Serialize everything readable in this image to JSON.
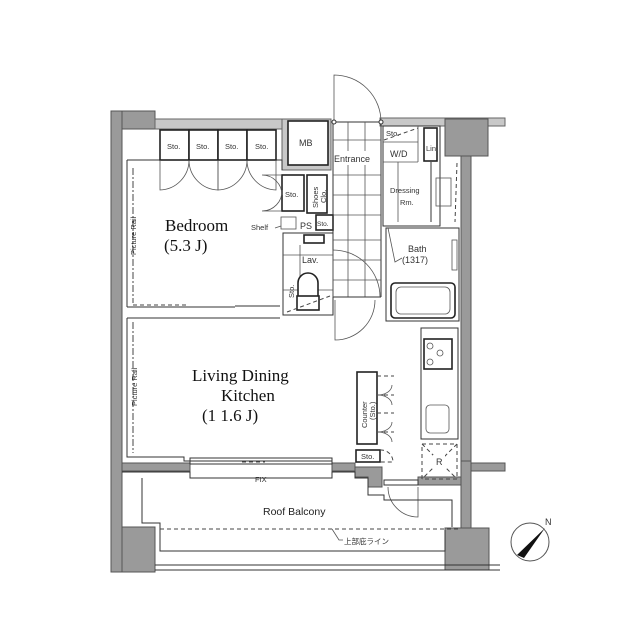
{
  "floorplan": {
    "rooms": {
      "bedroom": {
        "name": "Bedroom",
        "size": "(5.3 J)"
      },
      "ldk": {
        "name_line1": "Living Dining",
        "name_line2": "Kitchen",
        "size": "(1 1.6 J)"
      },
      "entrance": {
        "name": "Entrance"
      },
      "dressing": {
        "name_line1": "Dressing",
        "name_line2": "Rm."
      },
      "bath": {
        "name": "Bath",
        "size": "(1317)"
      },
      "lavatory": {
        "name": "Lav."
      },
      "balcony": {
        "name": "Roof  Balcony"
      }
    },
    "fixtures": {
      "storage": "Sto.",
      "mb": "MB",
      "wd": "W/D",
      "linen": "Lin.",
      "shoes_line1": "Shoes",
      "shoes_line2": "Clo.",
      "ps": "PS",
      "shelf": "Shelf",
      "counter_line1": "Counter",
      "counter_line2": "(Sto.)",
      "refrigerator": "R",
      "fix_window": "FIX",
      "picture_rail": "Picture Rail",
      "eave_line": "上部庇ライン"
    },
    "compass": {
      "label": "N"
    }
  }
}
